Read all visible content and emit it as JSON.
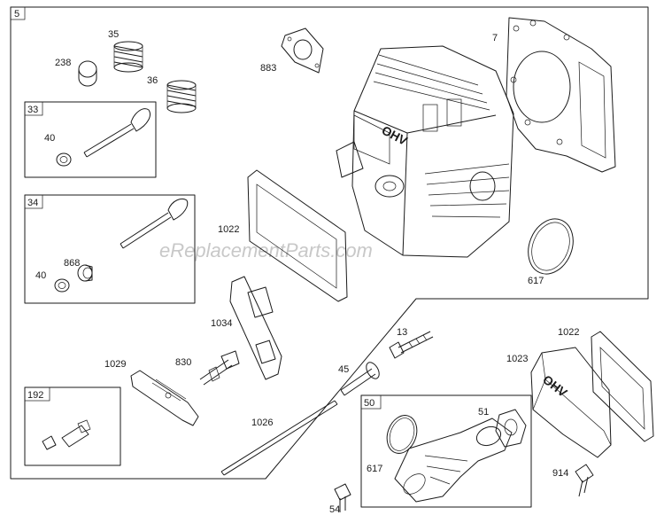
{
  "diagram": {
    "main_box_label": "5",
    "sub_boxes": [
      {
        "id": "box-33",
        "label": "33"
      },
      {
        "id": "box-34",
        "label": "34"
      },
      {
        "id": "box-192",
        "label": "192"
      },
      {
        "id": "box-50",
        "label": "50"
      }
    ],
    "callouts": {
      "c35": "35",
      "c238": "238",
      "c36": "36",
      "c40a": "40",
      "c40b": "40",
      "c868": "868",
      "c883": "883",
      "c7": "7",
      "c1022a": "1022",
      "c617a": "617",
      "c1034": "1034",
      "c13": "13",
      "c1029": "1029",
      "c830": "830",
      "c45": "45",
      "c1022b": "1022",
      "c1023": "1023",
      "c1026": "1026",
      "c51": "51",
      "c617b": "617",
      "c914": "914",
      "c54": "54"
    },
    "watermark": "eReplacementParts.com",
    "engine_cast_text": "OHV"
  }
}
